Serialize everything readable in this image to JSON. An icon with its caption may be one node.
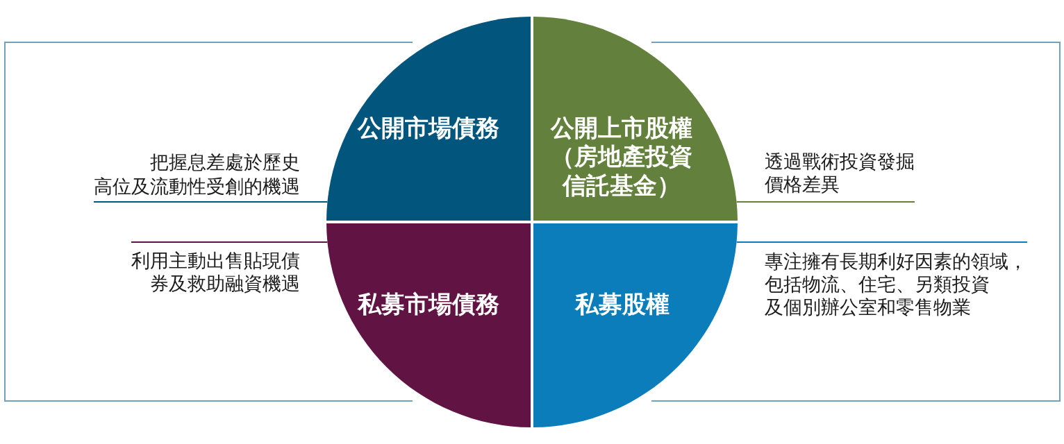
{
  "diagram": {
    "nodes": [
      {
        "text": [
          "公開市場債務"
        ]
      },
      {
        "text": [
          "公開上市股權（房地產投資信託基金）"
        ]
      },
      {
        "text": [
          "私募市場債務"
        ]
      },
      {
        "text": [
          "私募股權"
        ]
      },
      {
        "text": [
          "把握息差處於歷史高位及流動性受創的機遇"
        ]
      },
      {
        "text": [
          "透過戰術投資發掘價格差異"
        ]
      },
      {
        "text": [
          "利用主動出售貼現債券及救助融資機遇"
        ]
      },
      {
        "text": [
          "專注擁有長期利好因素的領域，包括物流、住宅、另類投資及個別辦公室和零售物業"
        ]
      }
    ],
    "edges": [
      {
        "from": 4,
        "to": 0,
        "arrow": "none",
        "color": "#02557d"
      },
      {
        "from": 5,
        "to": 1,
        "arrow": "none",
        "color": "#63813c"
      },
      {
        "from": 6,
        "to": 2,
        "arrow": "none",
        "color": "#611343"
      },
      {
        "from": 7,
        "to": 3,
        "arrow": "none",
        "color": "#0a7dba"
      }
    ]
  }
}
